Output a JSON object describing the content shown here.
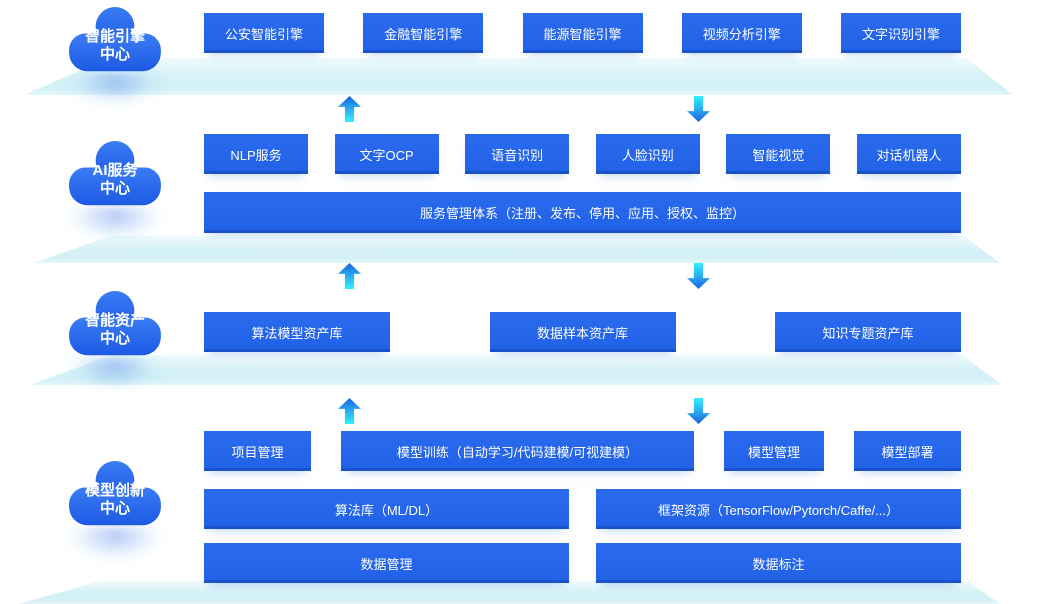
{
  "colors": {
    "box_blue": "#2263e8",
    "cloud_blue": "#2a6cf1",
    "arrow_cyan": "#35eefd",
    "arrow_blue": "#1a63df",
    "platform_cyan": "#d2f0f6"
  },
  "icons": {
    "cloud": "cloud-shape",
    "up": "up-arrow",
    "down": "down-arrow"
  },
  "layers": [
    {
      "name": "智能引擎中心",
      "cloud": {
        "line1": "智能引擎",
        "line2": "中心"
      },
      "boxes": [
        "公安智能引擎",
        "金融智能引擎",
        "能源智能引擎",
        "视频分析引擎",
        "文字识别引擎"
      ]
    },
    {
      "name": "AI服务中心",
      "cloud": {
        "line1": "AI服务",
        "line2": "中心"
      },
      "boxes": [
        "NLP服务",
        "文字OCP",
        "语音识别",
        "人脸识别",
        "智能视觉",
        "对话机器人"
      ],
      "bar": "服务管理体系（注册、发布、停用、应用、授权、监控）"
    },
    {
      "name": "智能资产中心",
      "cloud": {
        "line1": "智能资产",
        "line2": "中心"
      },
      "boxes": [
        "算法模型资产库",
        "数据样本资产库",
        "知识专题资产库"
      ]
    },
    {
      "name": "模型创新中心",
      "cloud": {
        "line1": "模型创新",
        "line2": "中心"
      },
      "row1": [
        "项目管理",
        "模型训练（自动学习/代码建模/可视建模）",
        "模型管理",
        "模型部署"
      ],
      "row2": [
        "算法库（ML/DL）",
        "框架资源（TensorFlow/Pytorch/Caffe/...）"
      ],
      "row3": [
        "数据管理",
        "数据标注"
      ]
    }
  ]
}
